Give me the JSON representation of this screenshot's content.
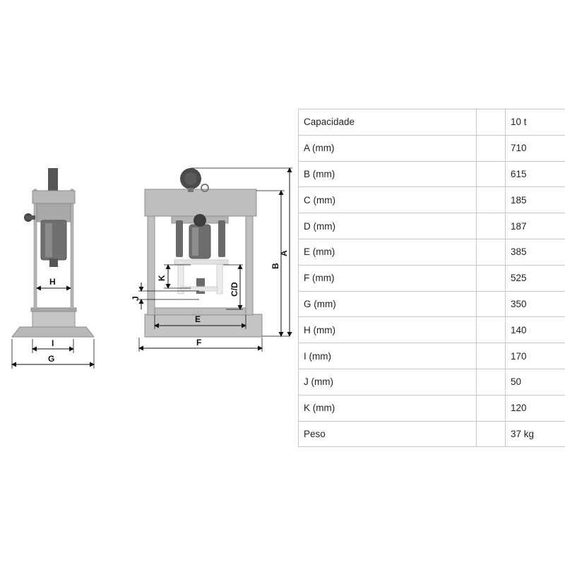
{
  "diagram": {
    "side_view_labels": {
      "h": "H",
      "i": "I",
      "g": "G"
    },
    "front_view_labels": {
      "k": "K",
      "j": "J",
      "cd": "C/D",
      "e": "E",
      "f": "F",
      "b": "B",
      "a": "A"
    }
  },
  "specs": {
    "rows": [
      {
        "label": "Capacidade",
        "value": "10 t"
      },
      {
        "label": "A (mm)",
        "value": "710"
      },
      {
        "label": "B (mm)",
        "value": "615"
      },
      {
        "label": "C (mm)",
        "value": "185"
      },
      {
        "label": "D (mm)",
        "value": "187"
      },
      {
        "label": "E (mm)",
        "value": "385"
      },
      {
        "label": "F (mm)",
        "value": "525"
      },
      {
        "label": "G (mm)",
        "value": "350"
      },
      {
        "label": "H (mm)",
        "value": "140"
      },
      {
        "label": "I (mm)",
        "value": "170"
      },
      {
        "label": "J (mm)",
        "value": "50"
      },
      {
        "label": "K (mm)",
        "value": "120"
      },
      {
        "label": "Peso",
        "value": "37 kg"
      }
    ]
  }
}
